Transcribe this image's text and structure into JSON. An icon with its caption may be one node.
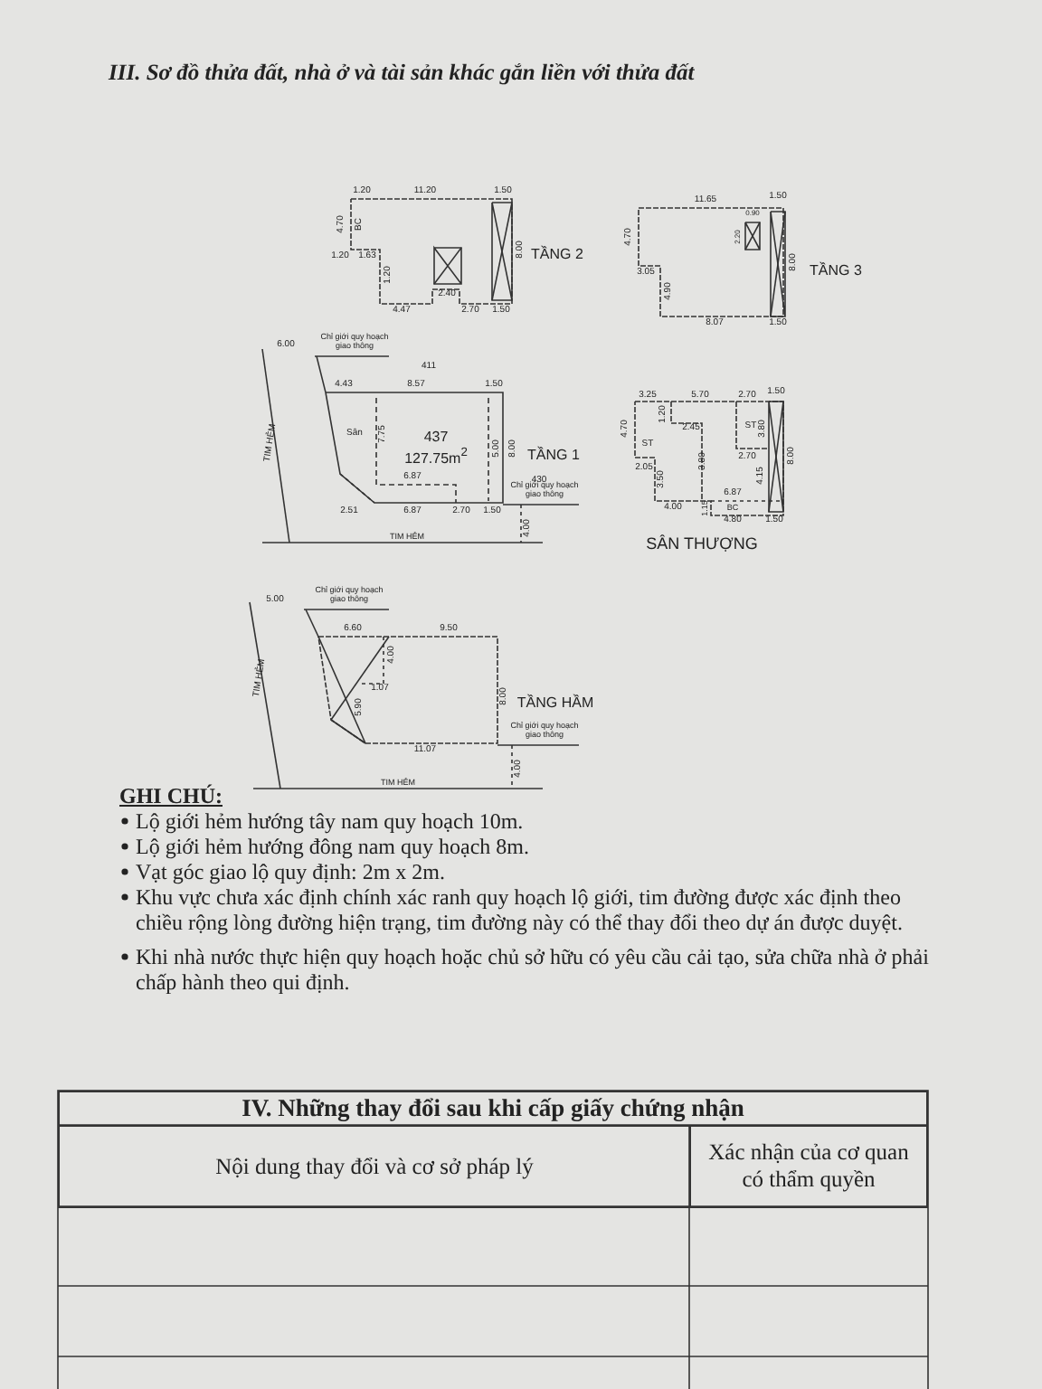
{
  "diagram": {
    "title": "III. Sơ đồ thửa đất, nhà ở và tài sản khác gắn liền với thửa đất",
    "labels": [
      "1.20",
      "11.20",
      "1.50",
      "4.70",
      "BC",
      "1.20",
      "1.63",
      "1.20",
      "4.47",
      "2.40",
      "2.70",
      "1.50",
      "8.00",
      "TẦNG 2",
      "11.65",
      "1.50",
      "4.70",
      "0.90",
      "2.20",
      "3.05",
      "4.90",
      "8.07",
      "1.50",
      "8.00",
      "TẦNG 3",
      "6.00",
      "Chỉ giới quy hoạch giao thông",
      "411",
      "4.43",
      "8.57",
      "1.50",
      "Sân",
      "7.75",
      "437",
      "127.75m$^{2}$",
      "5.00",
      "8.00",
      "TẦNG 1",
      "430",
      "6.87",
      "2.51",
      "6.87",
      "2.70",
      "1.50",
      "Chỉ giới quy hoạch giao thông",
      "4.00",
      "TIM HẺM",
      "TIM HẺM",
      "3.25",
      "5.70",
      "2.70",
      "1.50",
      "4.70",
      "1.20",
      "2.45",
      "ST",
      "ST",
      "3.80",
      "2.05",
      "3.50",
      "3.80",
      "2.70",
      "4.15",
      "8.00",
      "6.87",
      "4.00",
      "1.15",
      "BC",
      "4.80",
      "1.50",
      "SÂN THƯỢNG",
      "5.00",
      "Chỉ giới quy hoạch giao thông",
      "6.60",
      "9.50",
      "4.00",
      "1.07",
      "5.90",
      "8.00",
      "TẦNG HẦM",
      "11.07",
      "Chỉ giới quy hoạch giao thông",
      "4.00",
      "TIM HẺM",
      "TIM HẺM",
      "GHI CHÚ:",
      "Lộ giới hẻm hướng tây nam quy hoạch 10m.",
      "Lộ giới hẻm hướng đông nam quy hoạch 8m.",
      "Vạt góc giao lộ quy định: 2m x 2m.",
      "Khu vực chưa xác định chính xác ranh quy hoạch lộ giới, tim đường được xác định theo chiều rộng lòng đường hiện trạng, tim đường này có thể thay đổi theo dự án được duyệt.",
      "Khi nhà nước thực hiện quy hoạch hoặc chủ sở hữu có yêu cầu cải tạo, sửa chữa nhà ở phải chấp hành theo qui định.",
      "IV. Những thay đổi sau khi cấp giấy chứng nhận",
      "Nội dung thay đổi và cơ sở pháp lý",
      "Xác nhận của cơ quan có thẩm quyền"
    ]
  }
}
